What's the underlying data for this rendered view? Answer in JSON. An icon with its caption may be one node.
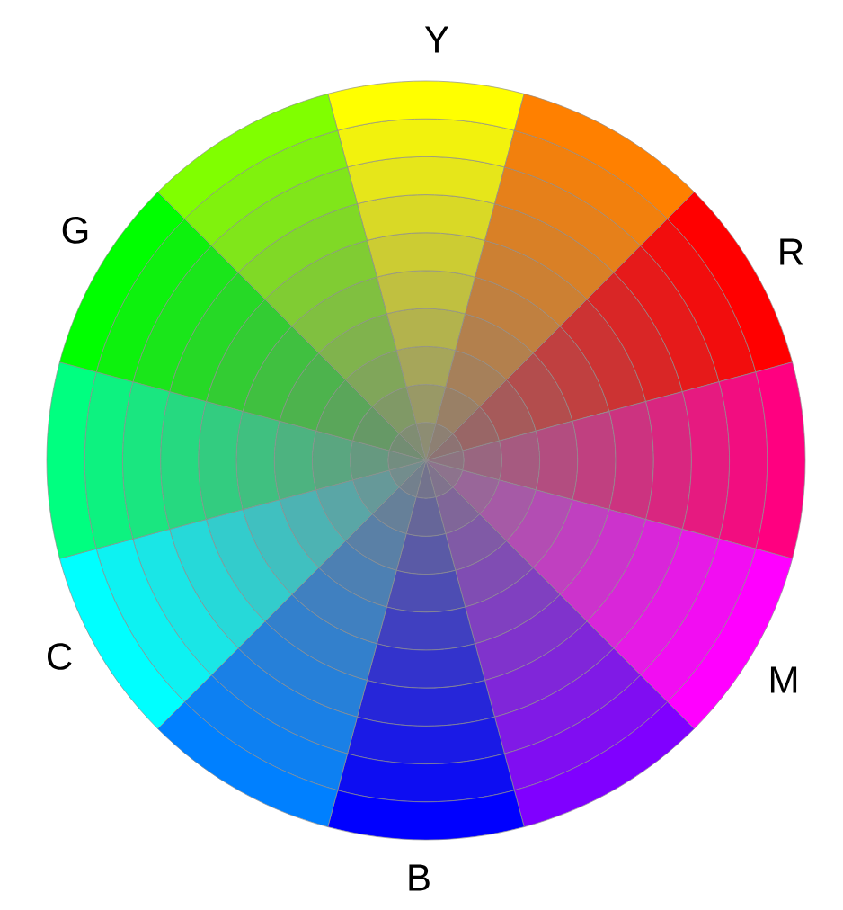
{
  "diagram": {
    "labels": [
      "Y",
      "R",
      "M",
      "B",
      "C",
      "G"
    ]
  }
}
